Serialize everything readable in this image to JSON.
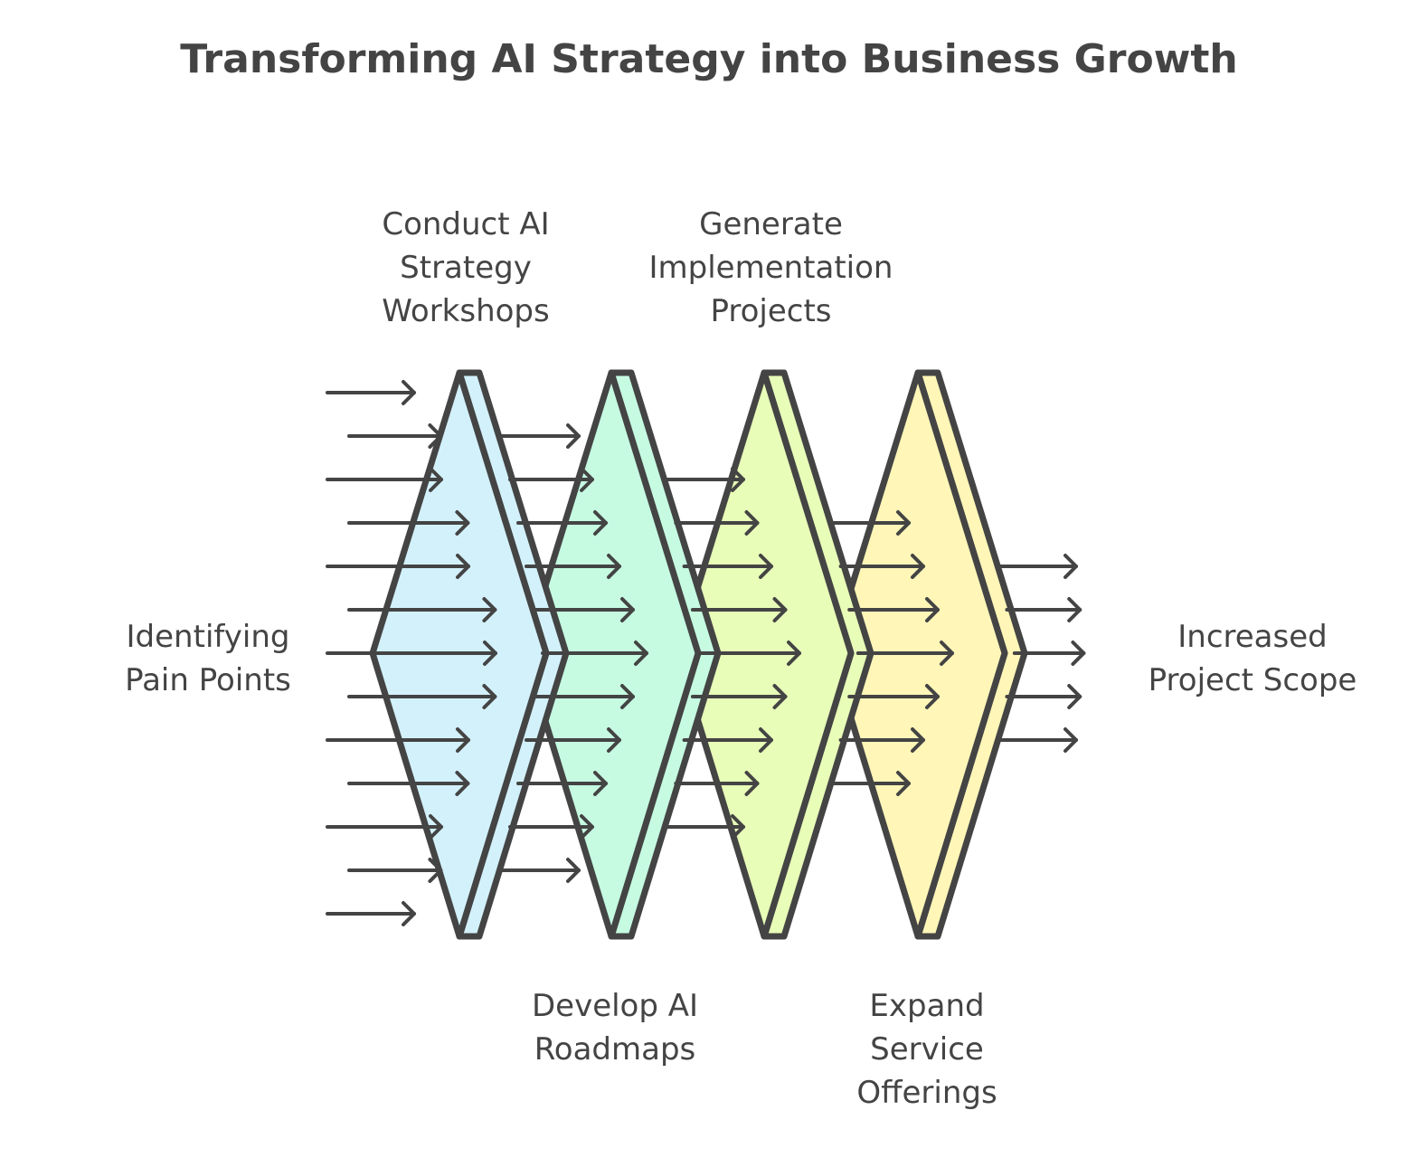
{
  "title": "Transforming AI Strategy into Business Growth",
  "input_label": "Identifying\nPain Points",
  "output_label": "Increased\nProject Scope",
  "stages": [
    {
      "label": "Conduct AI\nStrategy\nWorkshops",
      "position": "top",
      "color": "#d3f1fb"
    },
    {
      "label": "Develop AI\nRoadmaps",
      "position": "bottom",
      "color": "#c6fbe2"
    },
    {
      "label": "Generate\nImplementation\nProjects",
      "position": "top",
      "color": "#e8fdb8"
    },
    {
      "label": "Expand\nService\nOfferings",
      "position": "bottom",
      "color": "#fff6b8"
    }
  ],
  "arrow_counts": [
    13,
    11,
    9,
    7,
    5
  ],
  "stroke_color": "#444444"
}
